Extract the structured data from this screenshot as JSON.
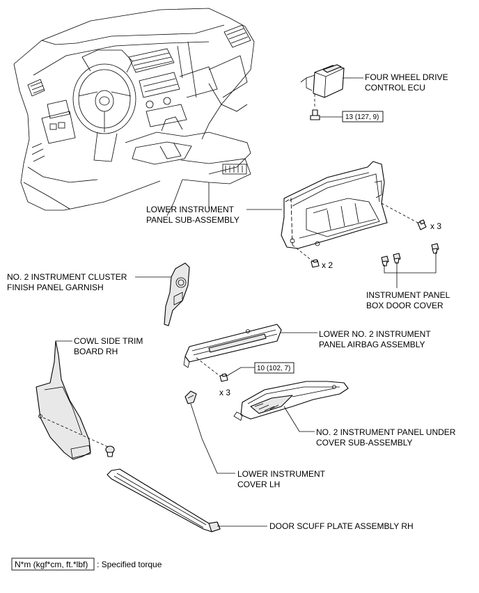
{
  "labels": {
    "four_wheel_drive_ecu_1": "FOUR WHEEL DRIVE",
    "four_wheel_drive_ecu_2": "CONTROL ECU",
    "lower_panel_1": "LOWER INSTRUMENT",
    "lower_panel_2": "PANEL SUB-ASSEMBLY",
    "cluster_garnish_1": "NO. 2 INSTRUMENT CLUSTER",
    "cluster_garnish_2": "FINISH PANEL GARNISH",
    "box_door_cover_1": "INSTRUMENT PANEL",
    "box_door_cover_2": "BOX DOOR COVER",
    "airbag_1": "LOWER NO. 2 INSTRUMENT",
    "airbag_2": "PANEL AIRBAG ASSEMBLY",
    "cowl_side_1": "COWL SIDE TRIM",
    "cowl_side_2": "BOARD RH",
    "under_cover_1": "NO. 2 INSTRUMENT PANEL UNDER",
    "under_cover_2": "COVER SUB-ASSEMBLY",
    "lower_cover_1": "LOWER INSTRUMENT",
    "lower_cover_2": "COVER LH",
    "scuff_plate": "DOOR SCUFF PLATE ASSEMBLY RH"
  },
  "torques": {
    "ecu_bolt": "13 (127, 9)",
    "airbag_bolt": "10 (102, 7)"
  },
  "quantities": {
    "panel_right": "x 3",
    "panel_left": "x 2",
    "airbag_bolts": "x 3"
  },
  "legend": {
    "unit": "N*m (kgf*cm, ft.*lbf)",
    "description": ": Specified torque"
  }
}
